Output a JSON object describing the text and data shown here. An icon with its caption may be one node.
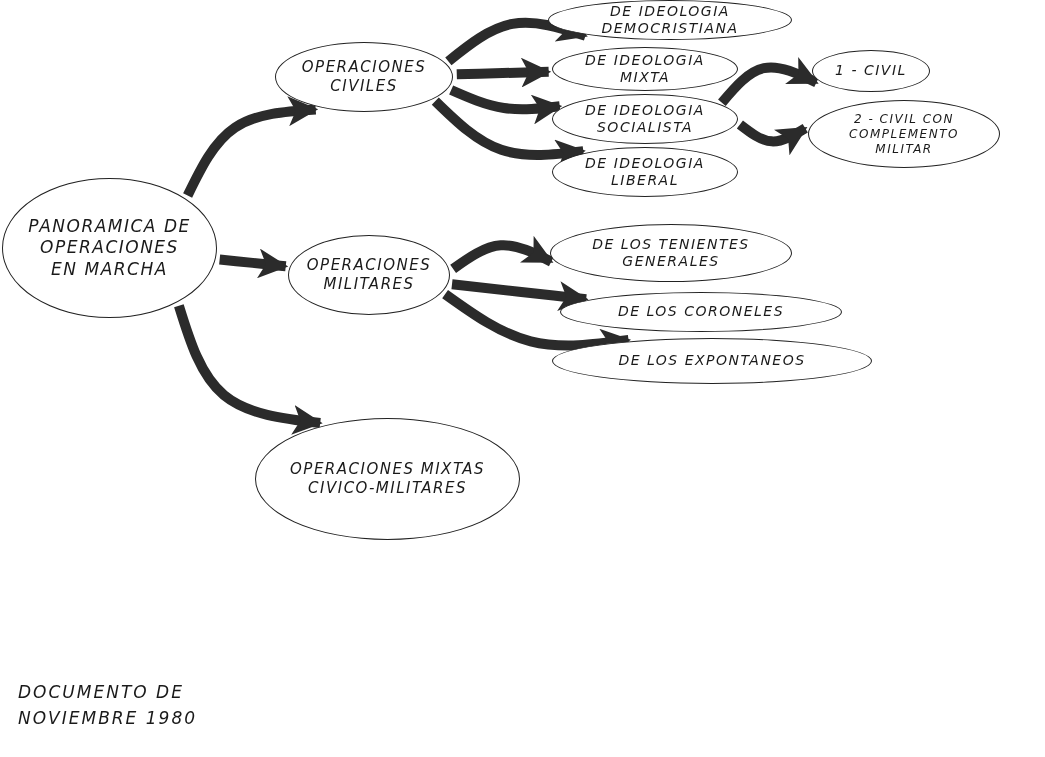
{
  "diagram": {
    "nodes": [
      {
        "text": [
          "PANORAMICA DE OPERACIONES EN MARCHA"
        ]
      },
      {
        "text": [
          "OPERACIONES CIVILES"
        ]
      },
      {
        "text": [
          "DE IDEOLOGIA DEMOCRISTIANA"
        ]
      },
      {
        "text": [
          "DE IDEOLOGIA MIXTA"
        ]
      },
      {
        "text": [
          "DE IDEOLOGIA SOCIALISTA"
        ]
      },
      {
        "text": [
          "DE IDEOLOGIA LIBERAL"
        ]
      },
      {
        "text": [
          "1 - CIVIL"
        ]
      },
      {
        "text": [
          "2 - CIVIL CON COMPLEMENTO MILITAR"
        ]
      },
      {
        "text": [
          "OPERACIONES MILITARES"
        ]
      },
      {
        "text": [
          "DE LOS TENIENTES GENERALES"
        ]
      },
      {
        "text": [
          "DE LOS CORONELES"
        ]
      },
      {
        "text": [
          "DE LOS EXPONTANEOS"
        ]
      },
      {
        "text": [
          "OPERACIONES MIXTAS CIVICO-MILITARES"
        ]
      }
    ],
    "edges": [
      {
        "from": 0,
        "to": 1,
        "arrow": "to"
      },
      {
        "from": 0,
        "to": 8,
        "arrow": "to"
      },
      {
        "from": 0,
        "to": 12,
        "arrow": "to"
      },
      {
        "from": 1,
        "to": 2,
        "arrow": "to"
      },
      {
        "from": 1,
        "to": 3,
        "arrow": "to"
      },
      {
        "from": 1,
        "to": 4,
        "arrow": "to"
      },
      {
        "from": 1,
        "to": 5,
        "arrow": "to"
      },
      {
        "from": 4,
        "to": 6,
        "arrow": "to"
      },
      {
        "from": 4,
        "to": 7,
        "arrow": "to"
      },
      {
        "from": 8,
        "to": 9,
        "arrow": "to"
      },
      {
        "from": 8,
        "to": 10,
        "arrow": "to"
      },
      {
        "from": 8,
        "to": 11,
        "arrow": "to"
      }
    ],
    "labels": [
      "DOCUMENTO DE NOVIEMBRE 1980"
    ]
  }
}
